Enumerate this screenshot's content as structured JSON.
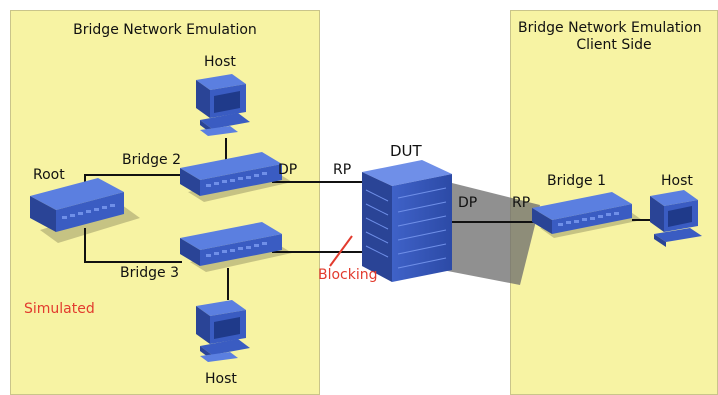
{
  "panels": {
    "left_title": "Bridge Network Emulation",
    "right_title_line1": "Bridge Network Emulation",
    "right_title_line2": "Client Side"
  },
  "nodes": {
    "host_top": "Host",
    "host_bottom": "Host",
    "host_right": "Host",
    "root": "Root",
    "bridge2": "Bridge 2",
    "bridge3": "Bridge 3",
    "bridge1": "Bridge 1",
    "dut": "DUT"
  },
  "ports": {
    "dp_bridge2": "DP",
    "rp_dut": "RP",
    "dp_dut": "DP",
    "rp_bridge1": "RP"
  },
  "annotations": {
    "blocking": "Blocking",
    "simulated": "Simulated"
  },
  "colors": {
    "panel_fill": "#f7f3a3",
    "device_blue": "#3a5cc2",
    "device_top": "#5b7fe0",
    "device_dark": "#2a4496",
    "annotation_red": "#e23b2e",
    "link": "#111111"
  }
}
